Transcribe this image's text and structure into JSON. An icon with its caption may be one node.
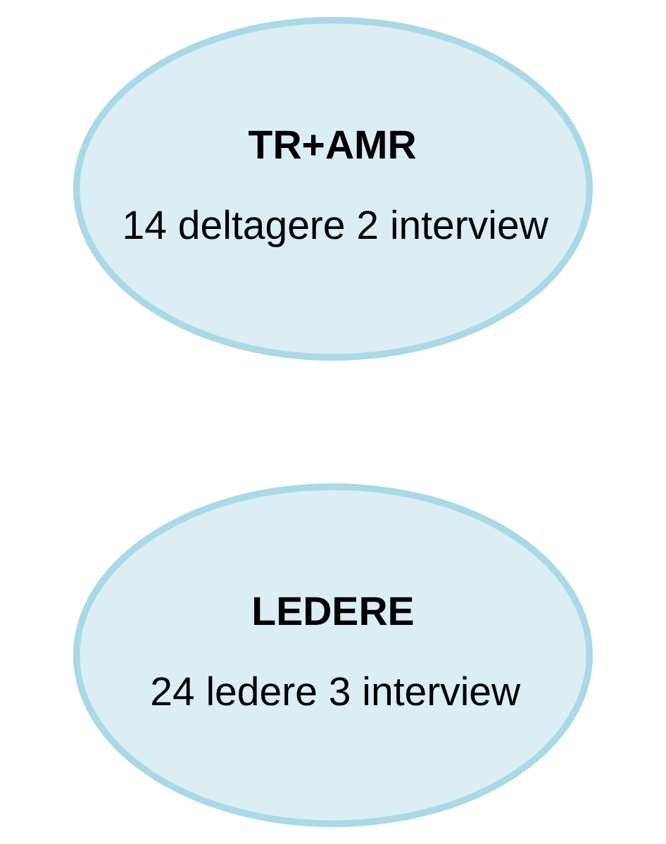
{
  "diagram": {
    "nodes": [
      {
        "text": [
          "LEDERE",
          "24 ledere 3 interview"
        ]
      },
      {
        "text": [
          "TR+AMR",
          "14 deltagere 2 interview"
        ]
      }
    ],
    "edges": []
  }
}
